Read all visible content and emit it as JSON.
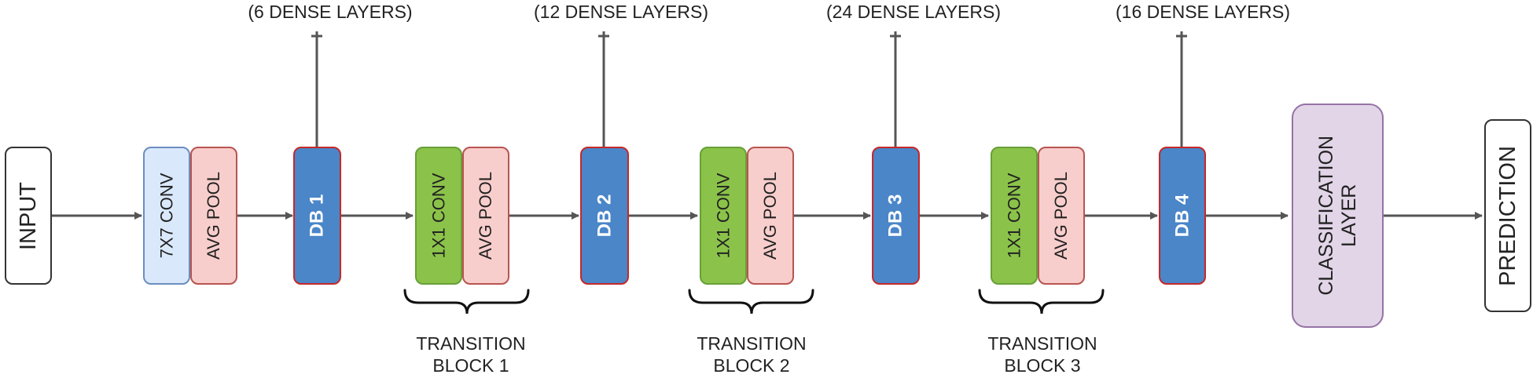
{
  "input": "INPUT",
  "prediction": "PREDICTION",
  "stem": {
    "conv": "7X7 CONV",
    "pool": "AVG POOL"
  },
  "dense_blocks": [
    {
      "label": "DB 1",
      "layers": "(6 DENSE LAYERS)"
    },
    {
      "label": "DB 2",
      "layers": "(12 DENSE LAYERS)"
    },
    {
      "label": "DB 3",
      "layers": "(24 DENSE LAYERS)"
    },
    {
      "label": "DB 4",
      "layers": "(16 DENSE LAYERS)"
    }
  ],
  "transition_blocks": [
    {
      "conv": "1X1 CONV",
      "pool": "AVG POOL",
      "title": "TRANSITION",
      "number": "BLOCK 1"
    },
    {
      "conv": "1X1 CONV",
      "pool": "AVG POOL",
      "title": "TRANSITION",
      "number": "BLOCK 2"
    },
    {
      "conv": "1X1 CONV",
      "pool": "AVG POOL",
      "title": "TRANSITION",
      "number": "BLOCK 3"
    }
  ],
  "classification": {
    "line1": "CLASSIFICATION",
    "line2": "LAYER"
  },
  "colors": {
    "edge": "#555555",
    "dense_block_fill": "#4a86c8",
    "conv_fill": "#8bc34a",
    "pool_fill": "#f8cecc",
    "stem_conv_fill": "#dae8fc",
    "classification_fill": "#e1d5e7"
  }
}
